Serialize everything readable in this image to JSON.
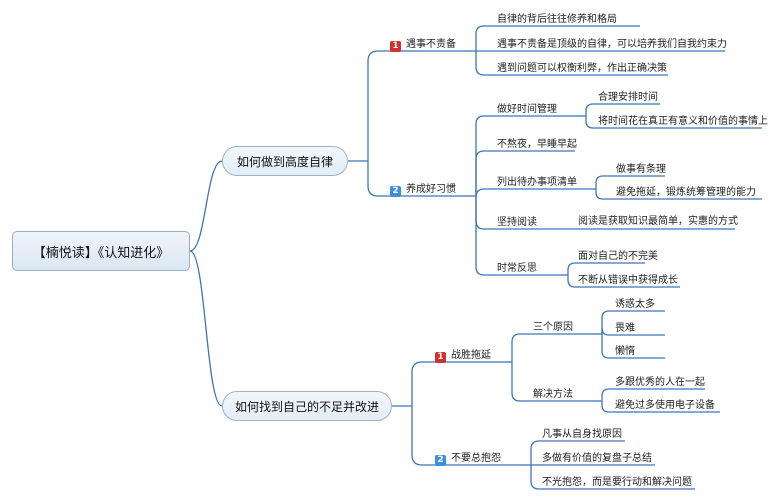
{
  "root": "【楠悦读】《认知进化》",
  "colors": {
    "line": "#3e76b8",
    "badge_red": "#d0312d",
    "badge_blue": "#3d8fdc"
  },
  "branches": [
    {
      "label": "如何做到高度自律",
      "children": [
        {
          "badge": "1",
          "label": "遇事不责备",
          "children": [
            {
              "label": "自律的背后往往修养和格局"
            },
            {
              "label": "遇事不责备是顶级的自律，可以培养我们自我约束力"
            },
            {
              "label": "遇到问题可以权衡利弊，作出正确决策"
            }
          ]
        },
        {
          "badge": "2",
          "label": "养成好习惯",
          "children": [
            {
              "label": "做好时间管理",
              "children": [
                {
                  "label": "合理安排时间"
                },
                {
                  "label": "将时间花在真正有意义和价值的事情上"
                }
              ]
            },
            {
              "label": "不熬夜，早睡早起"
            },
            {
              "label": "列出待办事项清单",
              "children": [
                {
                  "label": "做事有条理"
                },
                {
                  "label": "避免拖延，锻炼统筹管理的能力"
                }
              ]
            },
            {
              "label": "坚持阅读",
              "children": [
                {
                  "label": "阅读是获取知识最简单，实惠的方式"
                }
              ]
            },
            {
              "label": "时常反思",
              "children": [
                {
                  "label": "面对自己的不完美"
                },
                {
                  "label": "不断从错误中获得成长"
                }
              ]
            }
          ]
        }
      ]
    },
    {
      "label": "如何找到自己的不足并改进",
      "children": [
        {
          "badge": "1",
          "label": "战胜拖延",
          "children": [
            {
              "label": "三个原因",
              "children": [
                {
                  "label": "诱惑太多"
                },
                {
                  "label": "畏难"
                },
                {
                  "label": "懒惰"
                }
              ]
            },
            {
              "label": "解决方法",
              "children": [
                {
                  "label": "多跟优秀的人在一起"
                },
                {
                  "label": "避免过多使用电子设备"
                }
              ]
            }
          ]
        },
        {
          "badge": "2",
          "label": "不要总抱怨",
          "children": [
            {
              "label": "凡事从自身找原因"
            },
            {
              "label": "多做有价值的复盘子总结"
            },
            {
              "label": "不光抱怨，而是要行动和解决问题"
            }
          ]
        }
      ]
    }
  ]
}
